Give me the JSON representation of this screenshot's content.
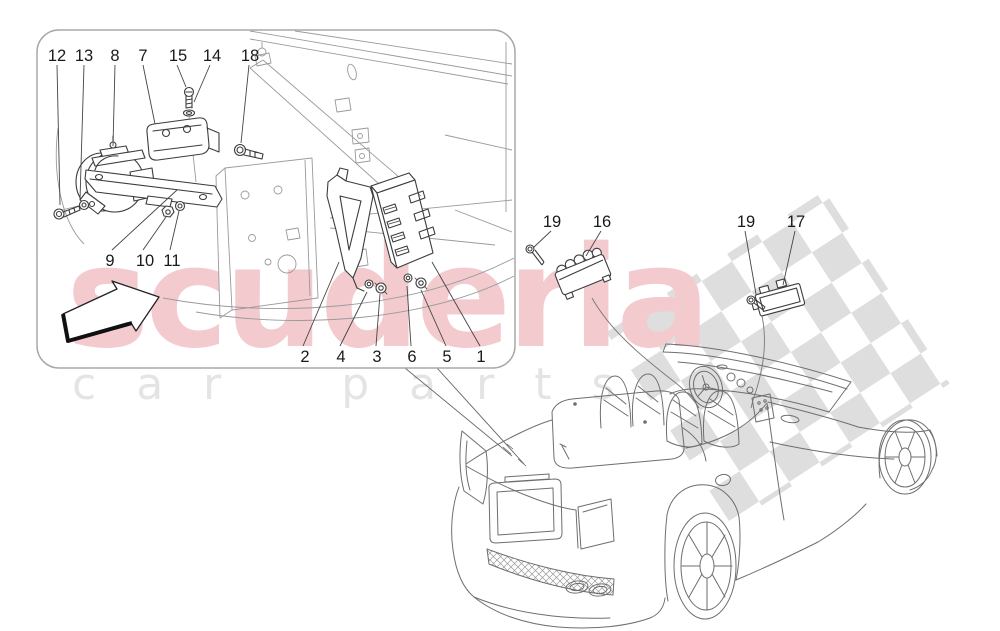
{
  "diagram": {
    "subject": "alarm system control units exploded parts diagram with vehicle location view",
    "vehicle": "convertible rear three-quarter line drawing"
  },
  "watermark": {
    "brand": "scuderia",
    "subtitle": "car parts",
    "brand_color": "#f3cace",
    "subtitle_color": "#e4e4e4",
    "flag_color": "#dedede"
  },
  "callouts": {
    "box_top": [
      "12",
      "13",
      "8",
      "7",
      "15",
      "14",
      "18"
    ],
    "box_mid": [
      "9",
      "10",
      "11"
    ],
    "box_bottom": [
      "2",
      "4",
      "3",
      "6",
      "5",
      "1"
    ],
    "module_a": [
      "19",
      "16"
    ],
    "module_b": [
      "19",
      "17"
    ]
  }
}
